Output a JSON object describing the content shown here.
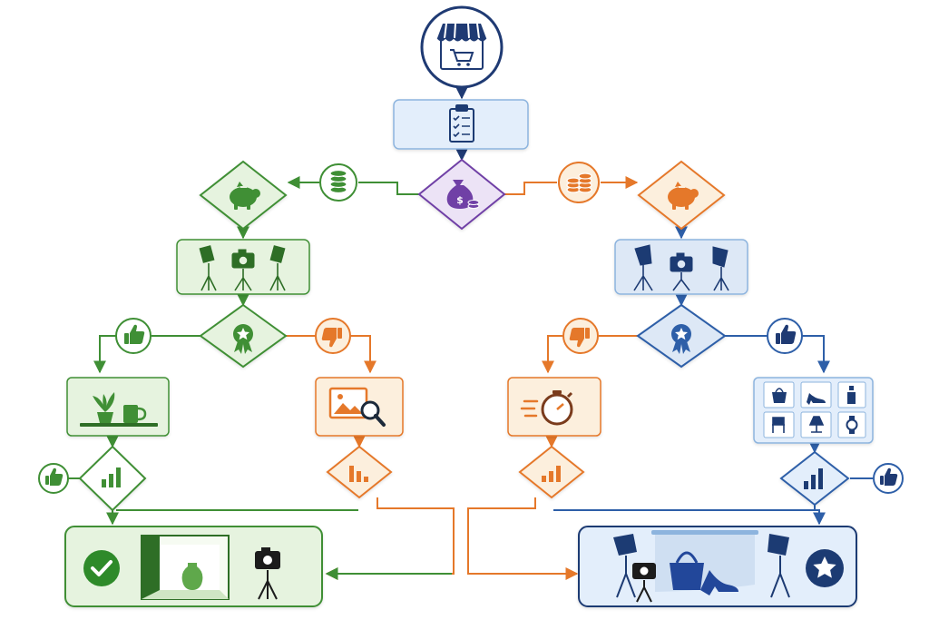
{
  "diagram": {
    "title": "",
    "colors": {
      "navy": "#1f3a73",
      "green": "#3f8f35",
      "green_fill": "#e6f3df",
      "green_dark": "#2f6e27",
      "orange": "#e5782a",
      "orange_fill": "#fcefdd",
      "blue": "#2e5fa8",
      "blue_fill": "#dde8f6",
      "purple": "#6f3fa6",
      "purple_fill": "#ece3f6",
      "light_blue_fill": "#e3eefb",
      "light_blue_stroke": "#8db4de"
    },
    "nodes": [
      {
        "id": "store",
        "icon": "storefront-cart-icon"
      },
      {
        "id": "requirements",
        "icon": "checklist-clipboard-icon"
      },
      {
        "id": "budget-decision",
        "icon": "money-bag-icon"
      },
      {
        "id": "low-budget-coins",
        "icon": "coins-stack-icon"
      },
      {
        "id": "high-budget-coins",
        "icon": "coins-stack-icon"
      },
      {
        "id": "low-budget-piggy",
        "icon": "piggy-bank-icon"
      },
      {
        "id": "high-budget-piggy",
        "icon": "piggy-bank-icon"
      },
      {
        "id": "basic-studio-setup",
        "icon": "camera-lights-setup-icon"
      },
      {
        "id": "pro-studio-setup",
        "icon": "camera-lights-setup-icon"
      },
      {
        "id": "quality-check-green",
        "icon": "award-ribbon-icon"
      },
      {
        "id": "quality-check-blue",
        "icon": "award-ribbon-icon"
      },
      {
        "id": "thumbs-up-left",
        "icon": "thumbs-up-icon"
      },
      {
        "id": "thumbs-down-left",
        "icon": "thumbs-down-icon"
      },
      {
        "id": "thumbs-down-right",
        "icon": "thumbs-down-icon"
      },
      {
        "id": "thumbs-up-right",
        "icon": "thumbs-up-icon"
      },
      {
        "id": "simple-products",
        "icon": "plant-mug-shelf-icon"
      },
      {
        "id": "image-review",
        "icon": "image-search-icon"
      },
      {
        "id": "speed-timer",
        "icon": "stopwatch-icon"
      },
      {
        "id": "product-catalog",
        "icon": "product-grid-icon"
      },
      {
        "id": "results-green",
        "icon": "bar-chart-icon"
      },
      {
        "id": "results-orange-left",
        "icon": "bar-chart-icon"
      },
      {
        "id": "results-orange-right",
        "icon": "bar-chart-icon"
      },
      {
        "id": "results-blue",
        "icon": "bar-chart-icon"
      },
      {
        "id": "thumbs-up-green-end",
        "icon": "thumbs-up-icon"
      },
      {
        "id": "thumbs-up-blue-end",
        "icon": "thumbs-up-icon"
      },
      {
        "id": "diy-lightbox-outcome",
        "icon": "lightbox-vase-check-icon"
      },
      {
        "id": "pro-studio-outcome",
        "icon": "backdrop-bag-shoe-star-icon"
      }
    ]
  }
}
